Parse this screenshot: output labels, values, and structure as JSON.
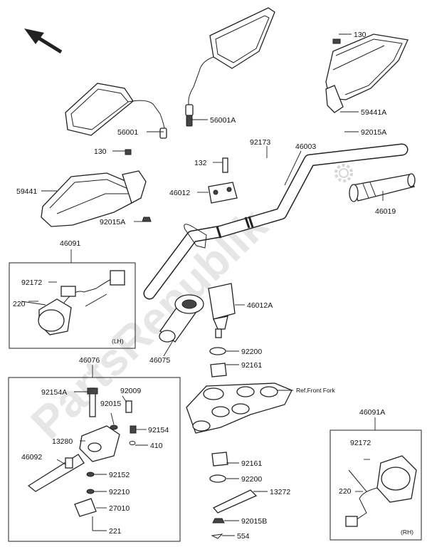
{
  "watermark": "PartsRepublik",
  "side_tag_left": "(LH)",
  "side_tag_right": "(RH)",
  "reference_note": "Ref.Front Fork",
  "parts": {
    "p130_top": "130",
    "p56001A": "56001A",
    "p59441A": "59441A",
    "p92015A_top": "92015A",
    "p56001": "56001",
    "p130_left": "130",
    "p92173": "92173",
    "p46003": "46003",
    "p132": "132",
    "p46012": "46012",
    "p59441": "59441",
    "p92015A_left": "92015A",
    "p46019": "46019",
    "p46091": "46091",
    "p92172_left": "92172",
    "p220_left": "220",
    "p46012A": "46012A",
    "p46075": "46075",
    "p92200_top": "92200",
    "p92161_top": "92161",
    "p46076": "46076",
    "p92154A": "92154A",
    "p92009": "92009",
    "p92015": "92015",
    "p92154": "92154",
    "p13280": "13280",
    "p410": "410",
    "p46092": "46092",
    "p92152": "92152",
    "p92210": "92210",
    "p27010": "27010",
    "p221": "221",
    "p92161_bottom": "92161",
    "p92200_bottom": "92200",
    "p13272": "13272",
    "p92015B": "92015B",
    "p554": "554",
    "p46091A": "46091A",
    "p92172_right": "92172",
    "p220_right": "220"
  }
}
